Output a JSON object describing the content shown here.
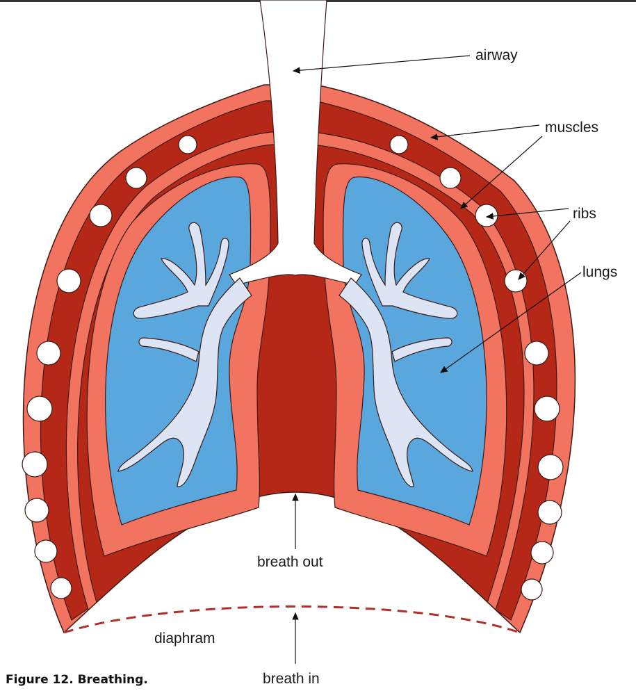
{
  "labels": {
    "airway": "airway",
    "muscles": "muscles",
    "ribs": "ribs",
    "lungs": "lungs",
    "breath_out": "breath out",
    "breath_in": "breath in",
    "diaphram": "diaphram"
  },
  "caption": "Figure 12. Breathing.",
  "colors": {
    "outer_muscle": "#f2735f",
    "dark_muscle": "#b52818",
    "pleura": "#f2735f",
    "lung": "#5aa7de",
    "airway": "#ffffff",
    "bronchi": "#dde4f4",
    "rib": "#ffffff",
    "diaphragm_dashed": "#b03028",
    "top_rule": "#333333"
  }
}
